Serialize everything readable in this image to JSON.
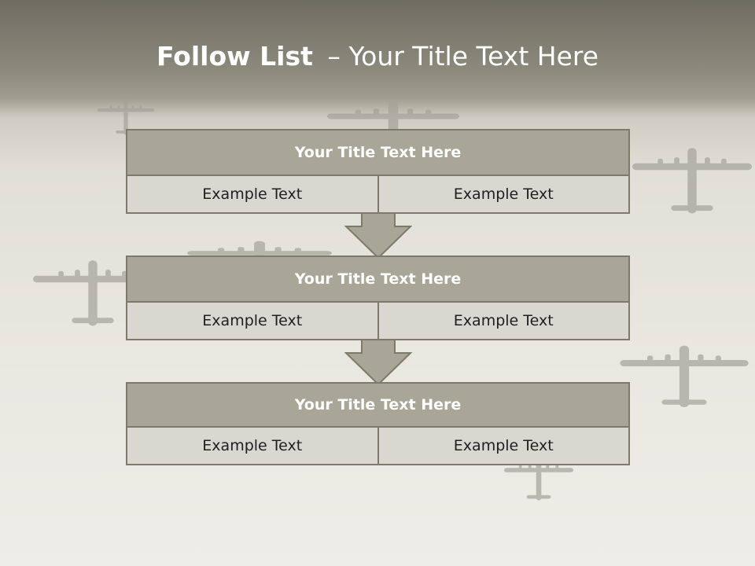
{
  "slide": {
    "title_main": "Follow List",
    "title_rest": "– Your Title Text Here"
  },
  "blocks": [
    {
      "title": "Your Title Text Here",
      "left": "Example Text",
      "right": "Example Text"
    },
    {
      "title": "Your Title Text Here",
      "left": "Example Text",
      "right": "Example Text"
    },
    {
      "title": "Your Title Text Here",
      "left": "Example Text",
      "right": "Example Text"
    }
  ],
  "colors": {
    "header_fill": "#a9a698",
    "cell_fill": "#d9d8d0",
    "border": "#7b7a6b",
    "arrow_fill": "#a9a698",
    "title_text": "#ffffff"
  },
  "icons": [
    "bomber-plane-icon",
    "down-arrow-icon"
  ]
}
